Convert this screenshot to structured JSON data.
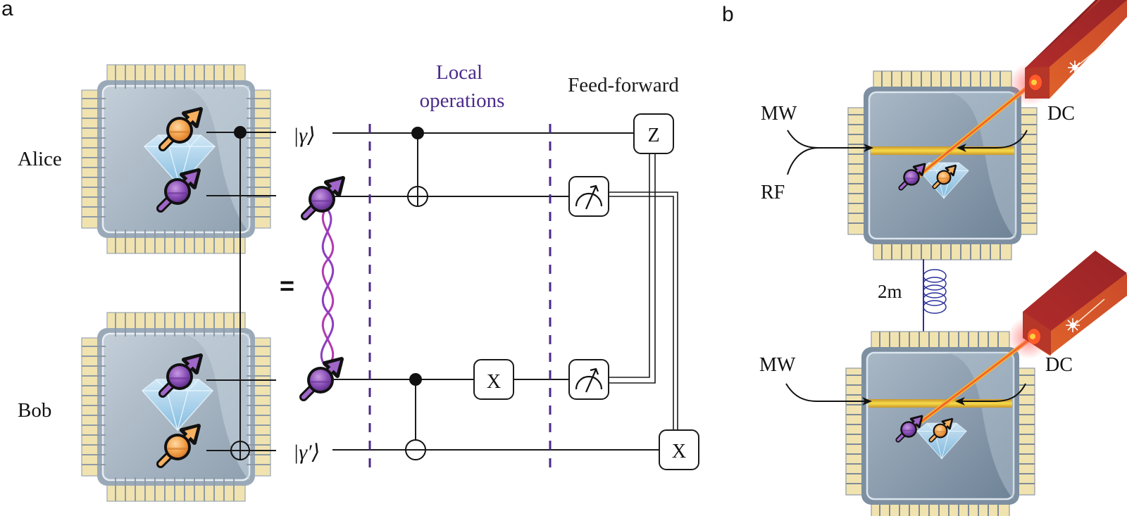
{
  "figure": {
    "panel_a": {
      "label": "a",
      "parties": {
        "alice": "Alice",
        "bob": "Bob"
      },
      "equals_sign": "=",
      "sections": {
        "local_ops_line1": "Local",
        "local_ops_line2": "operations",
        "feed_forward": "Feed-forward"
      },
      "states": {
        "gamma": "|γ⟩",
        "gamma_prime": "|γ′⟩"
      },
      "gates": {
        "z_gate": "Z",
        "x_gate_bob": "X",
        "x_gate_final": "X"
      },
      "measurements": [
        "measure-alice",
        "measure-bob"
      ]
    },
    "panel_b": {
      "label": "b",
      "top_chip": {
        "left_label_1": "MW",
        "left_label_2": "RF",
        "right_label": "DC"
      },
      "bottom_chip": {
        "left_label": "MW",
        "right_label": "DC"
      },
      "fiber_label": "2m"
    },
    "colors": {
      "section_purple": "#4b2a8a",
      "spin_purple": "#8a4fb8",
      "spin_orange": "#f2a24a",
      "entanglement_magenta": "#b23bb0",
      "laser_red": "#a8292a",
      "laser_orange": "#e8732a",
      "chip_body": "#a9b8c6",
      "chip_pins": "#efe0a8",
      "fiber_blue": "#2a2f9a",
      "gold_strip": "#e8c23a"
    }
  }
}
